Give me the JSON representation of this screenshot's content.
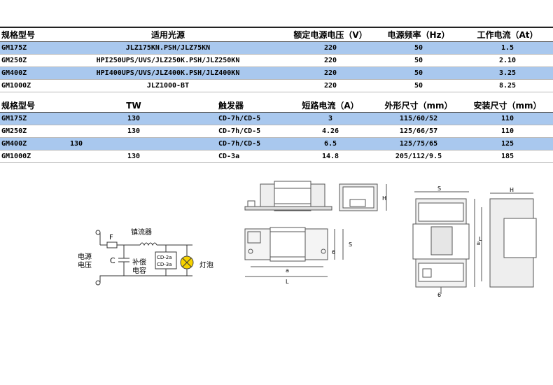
{
  "table1": {
    "headers": [
      "规格型号",
      "适用光源",
      "额定电源电压（V）",
      "电源频率（Hz）",
      "工作电流（At）"
    ],
    "rows": [
      [
        "GM175Z",
        "JLZ175KN.PSH/JLZ75KN",
        "220",
        "50",
        "1.5"
      ],
      [
        "GM250Z",
        "HPI250UPS/UVS/JLZ250K.PSH/JLZ250KN",
        "220",
        "50",
        "2.10"
      ],
      [
        "GM400Z",
        "HPI400UPS/UVS/JLZ400K.PSH/JLZ400KN",
        "220",
        "50",
        "3.25"
      ],
      [
        "GM1000Z",
        "JLZ1000-BT",
        "220",
        "50",
        "8.25"
      ]
    ]
  },
  "table2": {
    "headers": [
      "规格型号",
      "TW",
      "触发器",
      "短路电流（A）",
      "外形尺寸（mm）",
      "安装尺寸（mm）"
    ],
    "rows": [
      [
        "GM175Z",
        "130",
        "CD-7h/CD-5",
        "3",
        "115/60/52",
        "110"
      ],
      [
        "GM250Z",
        "130",
        "CD-7h/CD-5",
        "4.26",
        "125/66/57",
        "110"
      ],
      [
        "GM400Z",
        "130",
        "CD-7h/CD-5",
        "6.5",
        "125/75/65",
        "125"
      ],
      [
        "GM1000Z",
        "130",
        "CD-3a",
        "14.8",
        "205/112/9.5",
        "185"
      ]
    ]
  },
  "circuit": {
    "fuse": "F",
    "ballast": "镇流器",
    "supply_line1": "电源",
    "supply_line2": "电压",
    "cap_letter": "C",
    "cap_line1": "补偿",
    "cap_line2": "电容",
    "igniter1": "CD-2a",
    "igniter2": "CD-3a",
    "lamp": "灯泡"
  },
  "dims": {
    "H": "H",
    "S": "S",
    "a": "a",
    "L": "L",
    "phi": "6"
  }
}
